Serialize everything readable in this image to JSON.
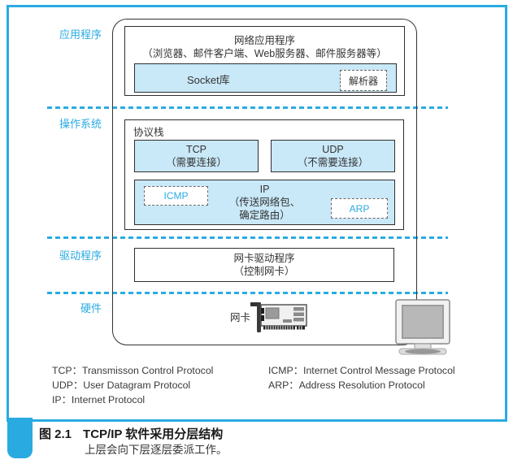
{
  "colors": {
    "accent": "#29abe2",
    "panel_fill": "#c9e8f8"
  },
  "layers": {
    "application": "应用程序",
    "os": "操作系统",
    "driver": "驱动程序",
    "hardware": "硬件"
  },
  "app_box": {
    "title": "网络应用程序",
    "subtitle": "（浏览器、邮件客户端、Web服务器、邮件服务器等）",
    "socket": "Socket库",
    "resolver": "解析器"
  },
  "protocol_stack": {
    "title": "协议栈",
    "tcp_name": "TCP",
    "tcp_note": "（需要连接）",
    "udp_name": "UDP",
    "udp_note": "（不需要连接）",
    "ip_name": "IP",
    "ip_note1": "（传送网络包、",
    "ip_note2": "确定路由）",
    "icmp": "ICMP",
    "arp": "ARP"
  },
  "driver_box": {
    "title": "网卡驱动程序",
    "subtitle": "（控制网卡）"
  },
  "hardware": {
    "nic": "网卡"
  },
  "legend": {
    "left": [
      "TCP：Transmisson Control Protocol",
      "UDP：User Datagram Protocol",
      "IP：Internet Protocol"
    ],
    "right": [
      "ICMP：Internet Control Message Protocol",
      "ARP：Address Resolution Protocol"
    ]
  },
  "caption": {
    "number": "图 2.1",
    "title": "TCP/IP 软件采用分层结构",
    "subtitle": "上层会向下层逐层委派工作。"
  }
}
